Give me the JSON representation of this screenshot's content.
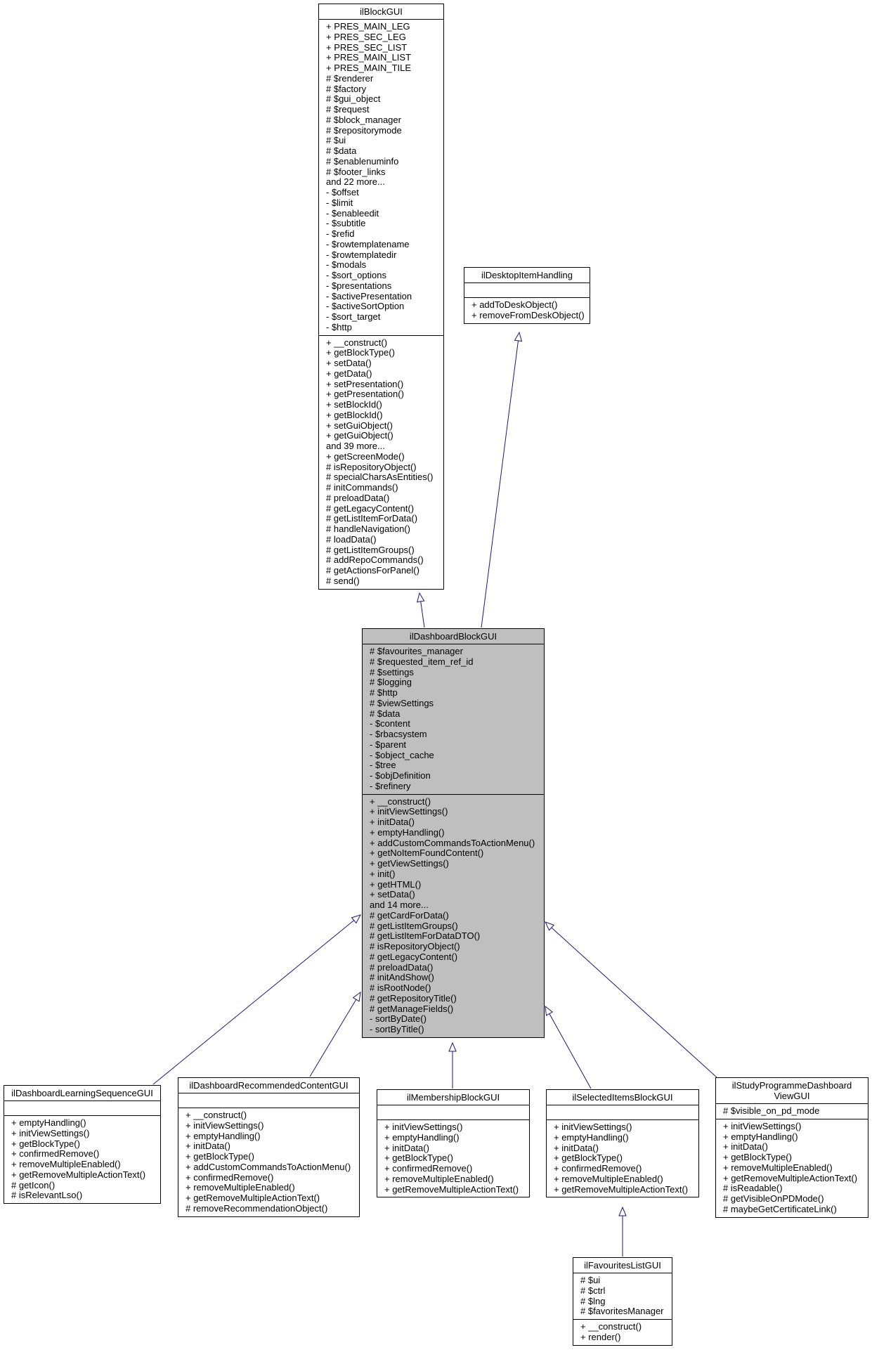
{
  "diagram": {
    "colors": {
      "edge": "#191970",
      "focus_fill": "#bfbfbf",
      "border": "#000000"
    },
    "classes": [
      {
        "id": "ilBlockGUI",
        "title": "ilBlockGUI",
        "attributes": [
          "+ PRES_MAIN_LEG",
          "+ PRES_SEC_LEG",
          "+ PRES_SEC_LIST",
          "+ PRES_MAIN_LIST",
          "+ PRES_MAIN_TILE",
          "# $renderer",
          "# $factory",
          "# $gui_object",
          "# $request",
          "# $block_manager",
          "# $repositorymode",
          "# $ui",
          "# $data",
          "# $enablenuminfo",
          "# $footer_links",
          "and 22 more...",
          "- $offset",
          "- $limit",
          "- $enableedit",
          "- $subtitle",
          "- $refid",
          "- $rowtemplatename",
          "- $rowtemplatedir",
          "- $modals",
          "- $sort_options",
          "- $presentations",
          "- $activePresentation",
          "- $activeSortOption",
          "- $sort_target",
          "- $http"
        ],
        "methods": [
          "+ __construct()",
          "+ getBlockType()",
          "+ setData()",
          "+ getData()",
          "+ setPresentation()",
          "+ getPresentation()",
          "+ setBlockId()",
          "+ getBlockId()",
          "+ setGuiObject()",
          "+ getGuiObject()",
          "and 39 more...",
          "+ getScreenMode()",
          "# isRepositoryObject()",
          "# specialCharsAsEntities()",
          "# initCommands()",
          "# preloadData()",
          "# getLegacyContent()",
          "# getListItemForData()",
          "# handleNavigation()",
          "# loadData()",
          "# getListItemGroups()",
          "# addRepoCommands()",
          "# getActionsForPanel()",
          "# send()"
        ]
      },
      {
        "id": "ilDesktopItemHandling",
        "title": "ilDesktopItemHandling",
        "attributes": [],
        "methods": [
          "+ addToDeskObject()",
          "+ removeFromDeskObject()"
        ]
      },
      {
        "id": "ilDashboardBlockGUI",
        "title": "ilDashboardBlockGUI",
        "focus": true,
        "attributes": [
          "# $favourites_manager",
          "# $requested_item_ref_id",
          "# $settings",
          "# $logging",
          "# $http",
          "# $viewSettings",
          "# $data",
          "- $content",
          "- $rbacsystem",
          "- $parent",
          "- $object_cache",
          "- $tree",
          "- $objDefinition",
          "- $refinery"
        ],
        "methods": [
          "+ __construct()",
          "+ initViewSettings()",
          "+ initData()",
          "+ emptyHandling()",
          "+ addCustomCommandsToActionMenu()",
          "+ getNoItemFoundContent()",
          "+ getViewSettings()",
          "+ init()",
          "+ getHTML()",
          "+ setData()",
          "and 14 more...",
          "# getCardForData()",
          "# getListItemGroups()",
          "# getListItemForDataDTO()",
          "# isRepositoryObject()",
          "# getLegacyContent()",
          "# preloadData()",
          "# initAndShow()",
          "# isRootNode()",
          "# getRepositoryTitle()",
          "# getManageFields()",
          "- sortByDate()",
          "- sortByTitle()"
        ]
      },
      {
        "id": "ilDashboardLearningSequenceGUI",
        "title": "ilDashboardLearningSequenceGUI",
        "attributes": [],
        "methods": [
          "+ emptyHandling()",
          "+ initViewSettings()",
          "+ getBlockType()",
          "+ confirmedRemove()",
          "+ removeMultipleEnabled()",
          "+ getRemoveMultipleActionText()",
          "# getIcon()",
          "# isRelevantLso()"
        ]
      },
      {
        "id": "ilDashboardRecommendedContentGUI",
        "title": "ilDashboardRecommendedContentGUI",
        "attributes": [],
        "methods": [
          "+ __construct()",
          "+ initViewSettings()",
          "+ emptyHandling()",
          "+ initData()",
          "+ getBlockType()",
          "+ addCustomCommandsToActionMenu()",
          "+ confirmedRemove()",
          "+ removeMultipleEnabled()",
          "+ getRemoveMultipleActionText()",
          "# removeRecommendationObject()"
        ]
      },
      {
        "id": "ilMembershipBlockGUI",
        "title": "ilMembershipBlockGUI",
        "attributes": [],
        "methods": [
          "+ initViewSettings()",
          "+ emptyHandling()",
          "+ initData()",
          "+ getBlockType()",
          "+ confirmedRemove()",
          "+ removeMultipleEnabled()",
          "+ getRemoveMultipleActionText()"
        ]
      },
      {
        "id": "ilSelectedItemsBlockGUI",
        "title": "ilSelectedItemsBlockGUI",
        "attributes": [],
        "methods": [
          "+ initViewSettings()",
          "+ emptyHandling()",
          "+ initData()",
          "+ getBlockType()",
          "+ confirmedRemove()",
          "+ removeMultipleEnabled()",
          "+ getRemoveMultipleActionText()"
        ]
      },
      {
        "id": "ilStudyProgrammeDashboardViewGUI",
        "title": "ilStudyProgrammeDashboard\nViewGUI",
        "attributes": [
          "# $visible_on_pd_mode"
        ],
        "methods": [
          "+ initViewSettings()",
          "+ emptyHandling()",
          "+ initData()",
          "+ getBlockType()",
          "+ removeMultipleEnabled()",
          "+ getRemoveMultipleActionText()",
          "# isReadable()",
          "# getVisibleOnPDMode()",
          "# maybeGetCertificateLink()"
        ]
      },
      {
        "id": "ilFavouritesListGUI",
        "title": "ilFavouritesListGUI",
        "attributes": [
          "# $ui",
          "# $ctrl",
          "# $lng",
          "# $favoritesManager"
        ],
        "methods": [
          "+ __construct()",
          "+ render()"
        ]
      }
    ],
    "inheritance": [
      {
        "child": "ilDashboardBlockGUI",
        "parent": "ilBlockGUI"
      },
      {
        "child": "ilDashboardBlockGUI",
        "parent": "ilDesktopItemHandling"
      },
      {
        "child": "ilDashboardLearningSequenceGUI",
        "parent": "ilDashboardBlockGUI"
      },
      {
        "child": "ilDashboardRecommendedContentGUI",
        "parent": "ilDashboardBlockGUI"
      },
      {
        "child": "ilMembershipBlockGUI",
        "parent": "ilDashboardBlockGUI"
      },
      {
        "child": "ilSelectedItemsBlockGUI",
        "parent": "ilDashboardBlockGUI"
      },
      {
        "child": "ilStudyProgrammeDashboardViewGUI",
        "parent": "ilDashboardBlockGUI"
      },
      {
        "child": "ilFavouritesListGUI",
        "parent": "ilSelectedItemsBlockGUI"
      }
    ]
  }
}
